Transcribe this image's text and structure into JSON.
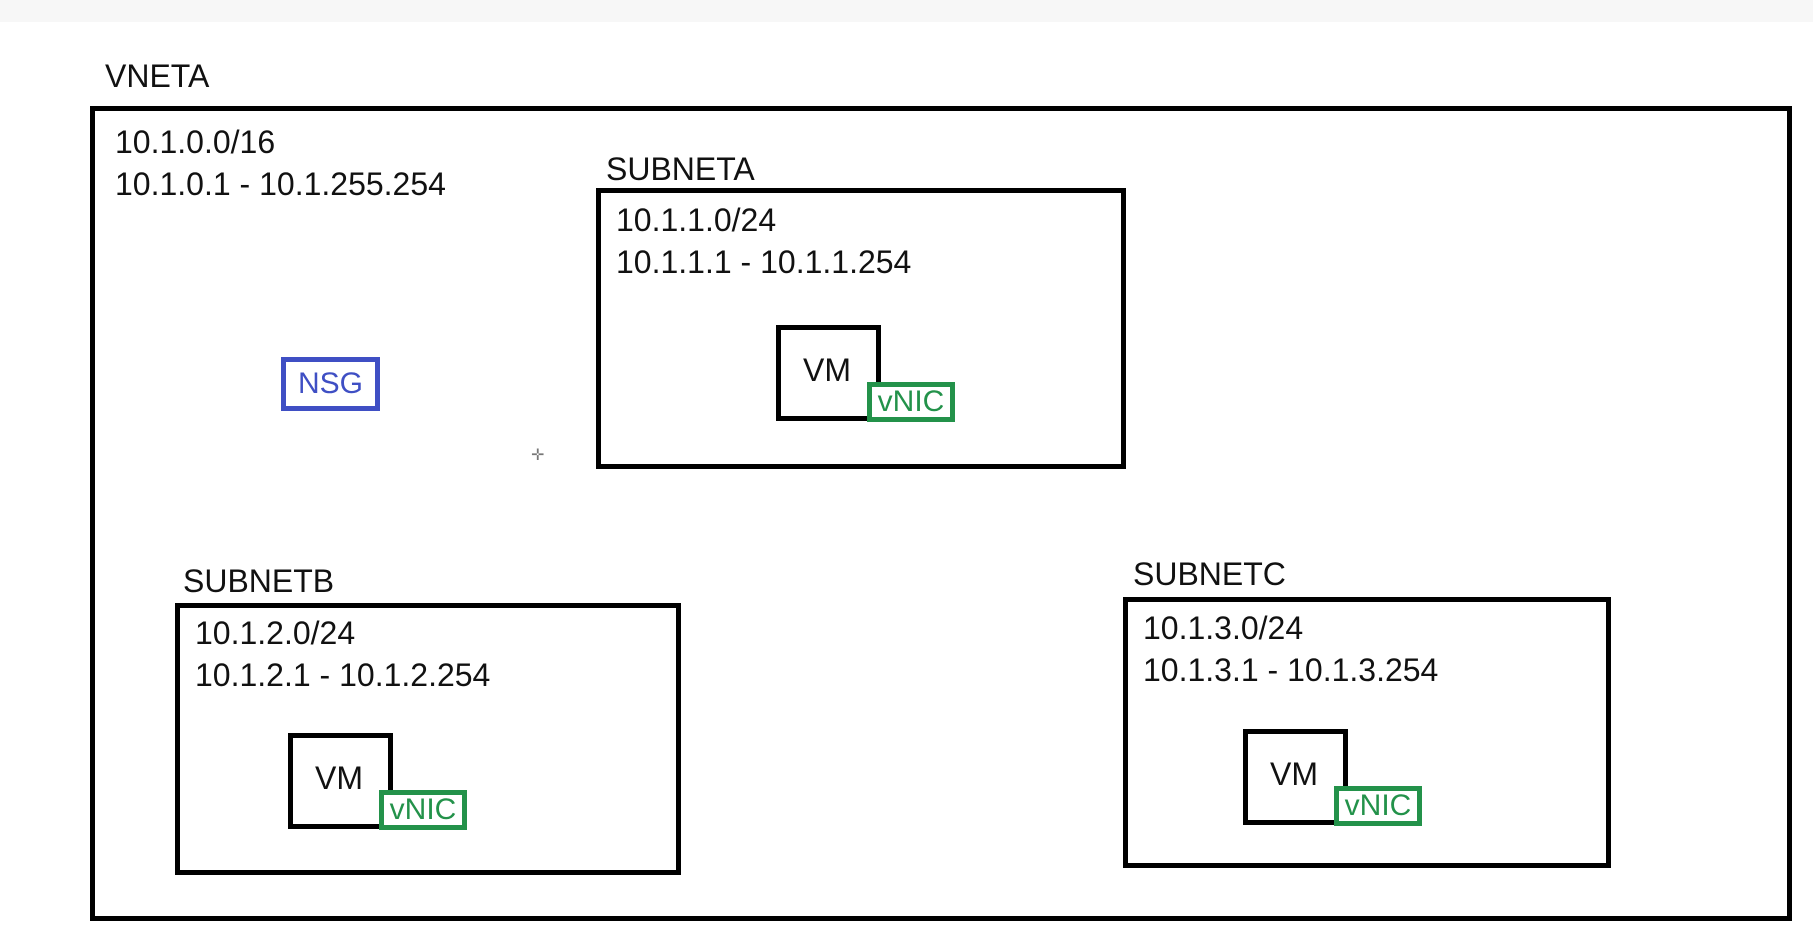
{
  "vnet": {
    "name": "VNETA",
    "cidr": "10.1.0.0/16",
    "range": "10.1.0.1 - 10.1.255.254",
    "nsg_label": "NSG"
  },
  "subnets": [
    {
      "name": "SUBNETA",
      "cidr": "10.1.1.0/24",
      "range": "10.1.1.1 - 10.1.1.254",
      "vm_label": "VM",
      "nic_label": "vNIC"
    },
    {
      "name": "SUBNETB",
      "cidr": "10.1.2.0/24",
      "range": "10.1.2.1 - 10.1.2.254",
      "vm_label": "VM",
      "nic_label": "vNIC"
    },
    {
      "name": "SUBNETC",
      "cidr": "10.1.3.0/24",
      "range": "10.1.3.1 - 10.1.3.254",
      "vm_label": "VM",
      "nic_label": "vNIC"
    }
  ],
  "colors": {
    "outline": "#000000",
    "nsg": "#3f4fc4",
    "vnic": "#23924a"
  }
}
